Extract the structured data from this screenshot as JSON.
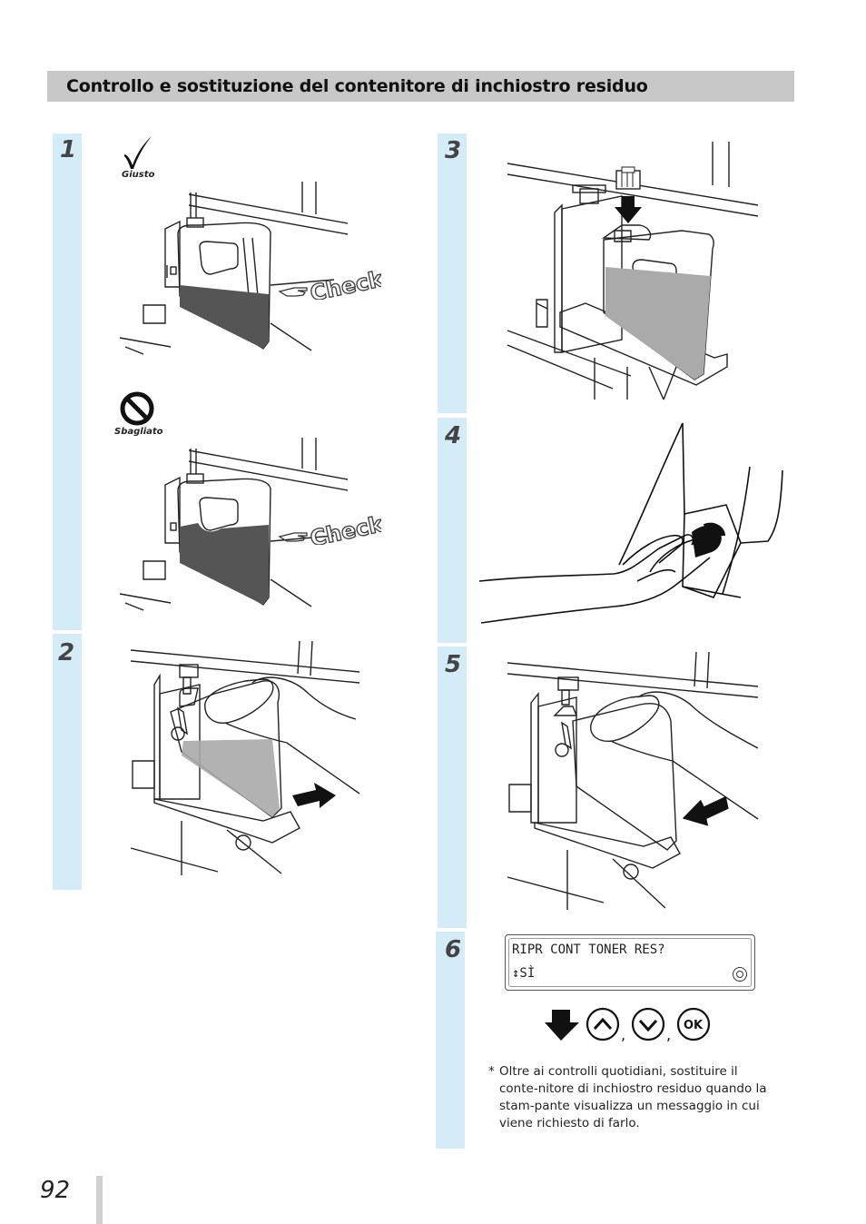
{
  "header": {
    "title": "Controllo e sostituzione del contenitore di inchiostro residuo"
  },
  "steps": {
    "s1": "1",
    "s2": "2",
    "s3": "3",
    "s4": "4",
    "s5": "5",
    "s6": "6"
  },
  "step1": {
    "correct_label": "Giusto",
    "wrong_label": "Sbagliato",
    "check_text": "Check!"
  },
  "lcd": {
    "line1": "RIPR CONT TONER RES?",
    "line2": "↕SÌ"
  },
  "keys": {
    "separator": ",",
    "ok_label": "OK"
  },
  "note": {
    "marker": "*",
    "text": "Oltre ai controlli quotidiani, sostituire il conte-nitore di inchiostro residuo quando la stam-pante visualizza un messaggio in cui viene richiesto di farlo."
  },
  "footer": {
    "page_number": "92"
  }
}
